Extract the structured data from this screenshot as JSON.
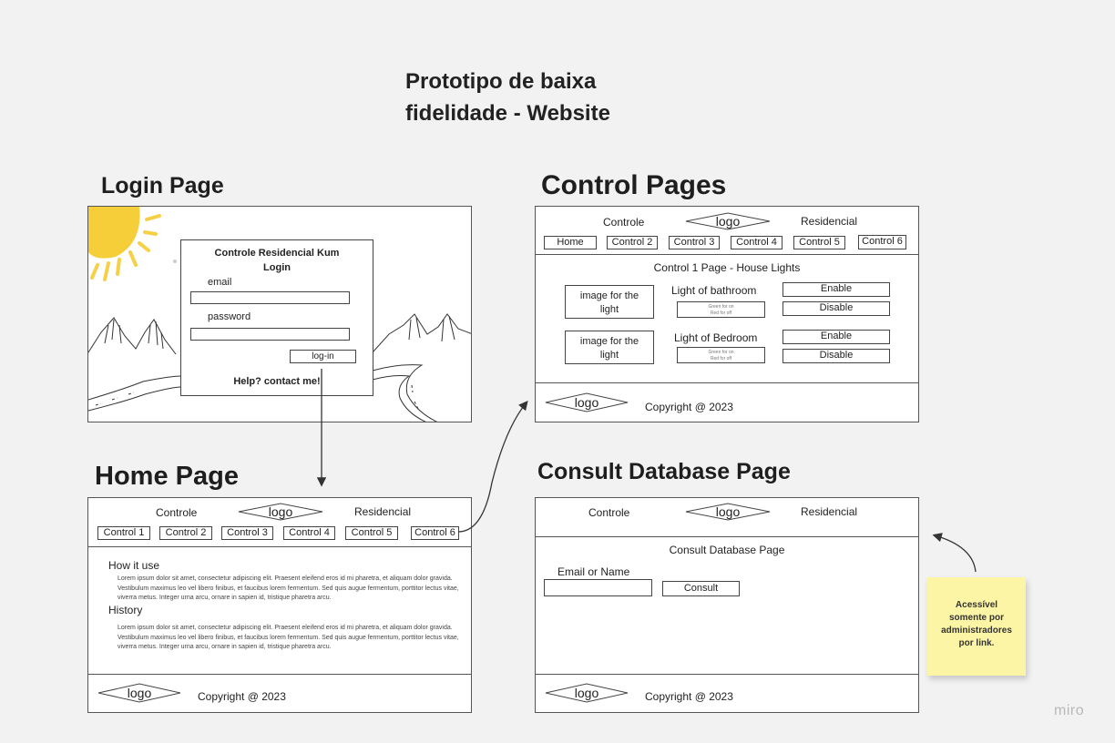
{
  "board": {
    "title_line1": "Prototipo de baixa",
    "title_line2": "fidelidade - Website",
    "watermark": "miro"
  },
  "sections": {
    "login": "Login Page",
    "control": "Control Pages",
    "home": "Home Page",
    "consult": "Consult Database Page"
  },
  "login_page": {
    "form_title_line1": "Controle Residencial Kum",
    "form_title_line2": "Login",
    "email_label": "email",
    "password_label": "password",
    "login_button": "log-in",
    "help_text": "Help? contact me!"
  },
  "header": {
    "left": "Controle",
    "logo": "logo",
    "right": "Residencial"
  },
  "home_nav": [
    "Control 1",
    "Control 2",
    "Control 3",
    "Control 4",
    "Control 5",
    "Control 6"
  ],
  "control_nav": [
    "Home",
    "Control 2",
    "Control 3",
    "Control 4",
    "Control 5",
    "Control 6"
  ],
  "home_page": {
    "how_title": "How it use",
    "how_body": "Lorem ipsum dolor sit amet, consectetur adipiscing elit. Praesent eleifend eros id mi pharetra, et aliquam dolor gravida. Vestibulum maximus leo vel libero finibus, et faucibus lorem fermentum. Sed quis augue fermentum, porttitor lectus vitae, viverra metus. Integer urna arcu, ornare in sapien id, tristique pharetra arcu.",
    "history_title": "History",
    "history_body": "Lorem ipsum dolor sit amet, consectetur adipiscing elit. Praesent eleifend eros id mi pharetra, et aliquam dolor gravida. Vestibulum maximus leo vel libero finibus, et faucibus lorem fermentum. Sed quis augue fermentum, porttitor lectus vitae, viverra metus. Integer urna arcu, ornare in sapien id, tristique pharetra arcu."
  },
  "control_page": {
    "title": "Control 1 Page - House Lights",
    "image_placeholder_line1": "image for the",
    "image_placeholder_line2": "light",
    "light1": "Light of bathroom",
    "light2": "Light of Bedroom",
    "indicator_line1": "Green for on",
    "indicator_line2": "Red for off",
    "enable": "Enable",
    "disable": "Disable"
  },
  "consult_page": {
    "title": "Consult Database Page",
    "field_label": "Email or Name",
    "button": "Consult"
  },
  "footer": {
    "logo": "logo",
    "copyright": "Copyright @ 2023"
  },
  "sticky_note": {
    "line1": "Acessível",
    "line2": "somente por",
    "line3": "administradores",
    "line4": "por link."
  },
  "colors": {
    "board_bg": "#f2f2f2",
    "sticky": "#fdf5a6",
    "sun": "#f5c518"
  }
}
